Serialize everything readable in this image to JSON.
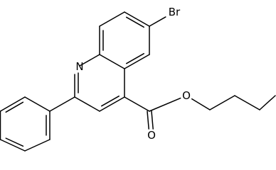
{
  "molecule": {
    "atom_labels": {
      "bromine": "Br",
      "nitrogen": "N",
      "ester_oxygen": "O",
      "carbonyl_oxygen": "O"
    }
  },
  "colors": {
    "bond": "#000000",
    "label": "#000000",
    "background": "#ffffff"
  }
}
